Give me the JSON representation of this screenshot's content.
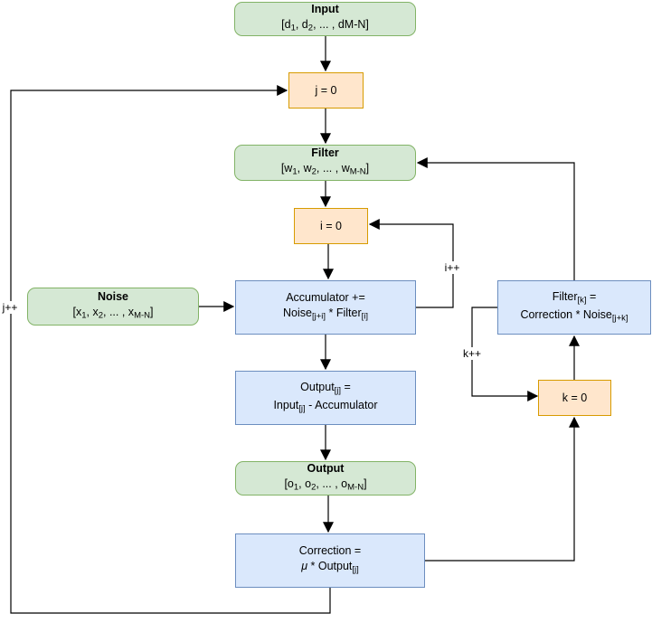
{
  "diagram": {
    "background": "#ffffff",
    "colors": {
      "data_fill": "#d5e8d4",
      "data_stroke": "#82b366",
      "init_fill": "#ffe6cc",
      "init_stroke": "#d79b00",
      "process_fill": "#dae8fc",
      "process_stroke": "#6c8ebf",
      "line": "#000000"
    },
    "nodes": {
      "input": {
        "kind": "data",
        "lines": [
          [
            {
              "text": "Input",
              "bold": true
            }
          ],
          [
            {
              "text": "[d"
            },
            {
              "text": "1",
              "sub": true
            },
            {
              "text": ", d"
            },
            {
              "text": "2",
              "sub": true
            },
            {
              "text": ", ... , dM-N]"
            }
          ]
        ]
      },
      "j_init": {
        "kind": "init",
        "lines": [
          [
            {
              "text": "j = 0"
            }
          ]
        ]
      },
      "filter": {
        "kind": "data",
        "lines": [
          [
            {
              "text": "Filter",
              "bold": true
            }
          ],
          [
            {
              "text": "[w"
            },
            {
              "text": "1",
              "sub": true
            },
            {
              "text": ", w"
            },
            {
              "text": "2",
              "sub": true
            },
            {
              "text": ", ... , w"
            },
            {
              "text": "M-N",
              "sub": true
            },
            {
              "text": "]"
            }
          ]
        ]
      },
      "i_init": {
        "kind": "init",
        "lines": [
          [
            {
              "text": "i = 0"
            }
          ]
        ]
      },
      "noise": {
        "kind": "data",
        "lines": [
          [
            {
              "text": "Noise",
              "bold": true
            }
          ],
          [
            {
              "text": "[x"
            },
            {
              "text": "1",
              "sub": true
            },
            {
              "text": ", x"
            },
            {
              "text": "2",
              "sub": true
            },
            {
              "text": ", ... , x"
            },
            {
              "text": "M-N",
              "sub": true
            },
            {
              "text": "]"
            }
          ]
        ]
      },
      "accumulator": {
        "kind": "process",
        "lines": [
          [
            {
              "text": "Accumulator +="
            }
          ],
          [
            {
              "text": "Noise"
            },
            {
              "text": "[j+i]",
              "sub": true
            },
            {
              "text": " * Filter"
            },
            {
              "text": "[i]",
              "sub": true
            }
          ]
        ]
      },
      "output_j": {
        "kind": "process",
        "lines": [
          [
            {
              "text": "Output"
            },
            {
              "text": "[j]",
              "sub": true
            },
            {
              "text": " ="
            }
          ],
          [
            {
              "text": "Input"
            },
            {
              "text": "[j]",
              "sub": true
            },
            {
              "text": " - Accumulator"
            }
          ]
        ]
      },
      "output": {
        "kind": "data",
        "lines": [
          [
            {
              "text": "Output",
              "bold": true
            }
          ],
          [
            {
              "text": "[o"
            },
            {
              "text": "1",
              "sub": true
            },
            {
              "text": ", o"
            },
            {
              "text": "2",
              "sub": true
            },
            {
              "text": ", ... , o"
            },
            {
              "text": "M-N",
              "sub": true
            },
            {
              "text": "]"
            }
          ]
        ]
      },
      "correction": {
        "kind": "process",
        "lines": [
          [
            {
              "text": "Correction ="
            }
          ],
          [
            {
              "text": "μ",
              "italic": true
            },
            {
              "text": " * Output"
            },
            {
              "text": "[j]",
              "sub": true
            }
          ]
        ]
      },
      "filter_k": {
        "kind": "process",
        "lines": [
          [
            {
              "text": "Filter"
            },
            {
              "text": "[k]",
              "sub": true
            },
            {
              "text": " ="
            }
          ],
          [
            {
              "text": "Correction * Noise"
            },
            {
              "text": "[j+k]",
              "sub": true
            }
          ]
        ]
      },
      "k_init": {
        "kind": "init",
        "lines": [
          [
            {
              "text": "k = 0"
            }
          ]
        ]
      }
    },
    "edge_labels": {
      "i_inc": "i++",
      "j_inc": "j++",
      "k_inc": "k++"
    },
    "edges": [
      {
        "from": "input",
        "to": "j_init"
      },
      {
        "from": "j_init",
        "to": "filter"
      },
      {
        "from": "filter",
        "to": "i_init"
      },
      {
        "from": "i_init",
        "to": "accumulator"
      },
      {
        "from": "noise",
        "to": "accumulator"
      },
      {
        "from": "accumulator",
        "to": "i_init",
        "label": "i++"
      },
      {
        "from": "accumulator",
        "to": "output_j"
      },
      {
        "from": "output_j",
        "to": "output"
      },
      {
        "from": "output",
        "to": "correction"
      },
      {
        "from": "correction",
        "to": "k_init"
      },
      {
        "from": "k_init",
        "to": "filter_k"
      },
      {
        "from": "filter_k",
        "to": "k_init",
        "label": "k++"
      },
      {
        "from": "filter_k",
        "to": "filter"
      },
      {
        "from": "correction",
        "to": "j_init",
        "label": "j++"
      }
    ]
  }
}
